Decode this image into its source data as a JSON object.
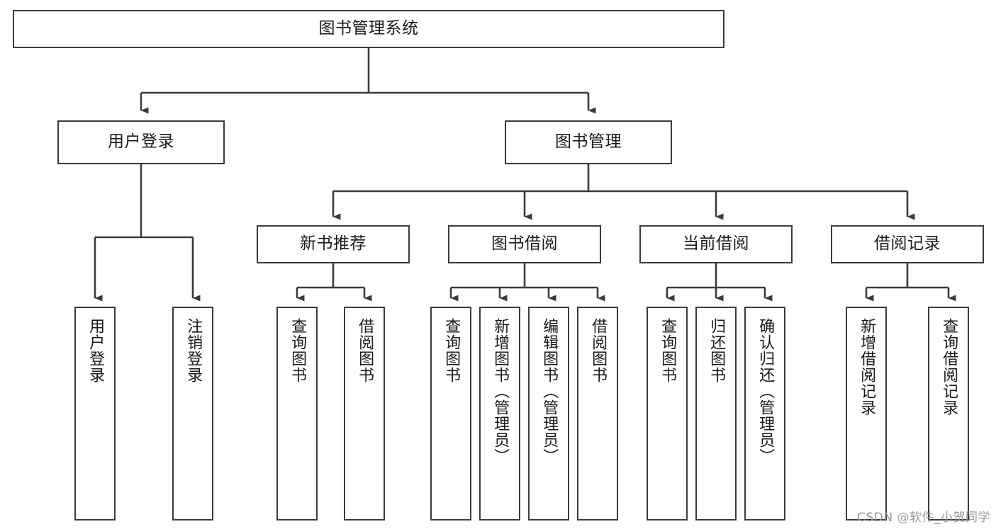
{
  "diagram": {
    "title": "图书管理系统",
    "type": "tree",
    "orientation": "top-down",
    "stroke_color": "#3b3b3b",
    "background_color": "#ffffff",
    "text_color": "#1a1a1a"
  },
  "watermark": {
    "text": "CSDN @软件_小贺同学",
    "color": "#9a9a9a"
  },
  "nodes": {
    "root": {
      "label": "图书管理系统"
    },
    "level2": [
      {
        "label": "用户登录"
      },
      {
        "label": "图书管理"
      }
    ],
    "level3": [
      {
        "label": "新书推荐"
      },
      {
        "label": "图书借阅"
      },
      {
        "label": "当前借阅"
      },
      {
        "label": "借阅记录"
      }
    ],
    "leaves": {
      "user_login": [
        {
          "label": "用户登录"
        },
        {
          "label": "注销登录"
        }
      ],
      "new_book_recommend": [
        {
          "label": "查询图书"
        },
        {
          "label": "借阅图书"
        }
      ],
      "book_borrow": [
        {
          "label": "查询图书"
        },
        {
          "label": "新增图书（管理员）"
        },
        {
          "label": "编辑图书（管理员）"
        },
        {
          "label": "借阅图书"
        }
      ],
      "current_borrow": [
        {
          "label": "查询图书"
        },
        {
          "label": "归还图书"
        },
        {
          "label": "确认归还（管理员）"
        }
      ],
      "borrow_record": [
        {
          "label": "新增借阅记录"
        },
        {
          "label": "查询借阅记录"
        }
      ]
    }
  },
  "chart_data": {
    "type": "table",
    "title": "图书管理系统 功能结构图",
    "hierarchy": [
      {
        "label": "图书管理系统",
        "children": [
          {
            "label": "用户登录",
            "children": [
              {
                "label": "用户登录"
              },
              {
                "label": "注销登录"
              }
            ]
          },
          {
            "label": "图书管理",
            "children": [
              {
                "label": "新书推荐",
                "children": [
                  {
                    "label": "查询图书"
                  },
                  {
                    "label": "借阅图书"
                  }
                ]
              },
              {
                "label": "图书借阅",
                "children": [
                  {
                    "label": "查询图书"
                  },
                  {
                    "label": "新增图书（管理员）"
                  },
                  {
                    "label": "编辑图书（管理员）"
                  },
                  {
                    "label": "借阅图书"
                  }
                ]
              },
              {
                "label": "当前借阅",
                "children": [
                  {
                    "label": "查询图书"
                  },
                  {
                    "label": "归还图书"
                  },
                  {
                    "label": "确认归还（管理员）"
                  }
                ]
              },
              {
                "label": "借阅记录",
                "children": [
                  {
                    "label": "新增借阅记录"
                  },
                  {
                    "label": "查询借阅记录"
                  }
                ]
              }
            ]
          }
        ]
      }
    ]
  }
}
